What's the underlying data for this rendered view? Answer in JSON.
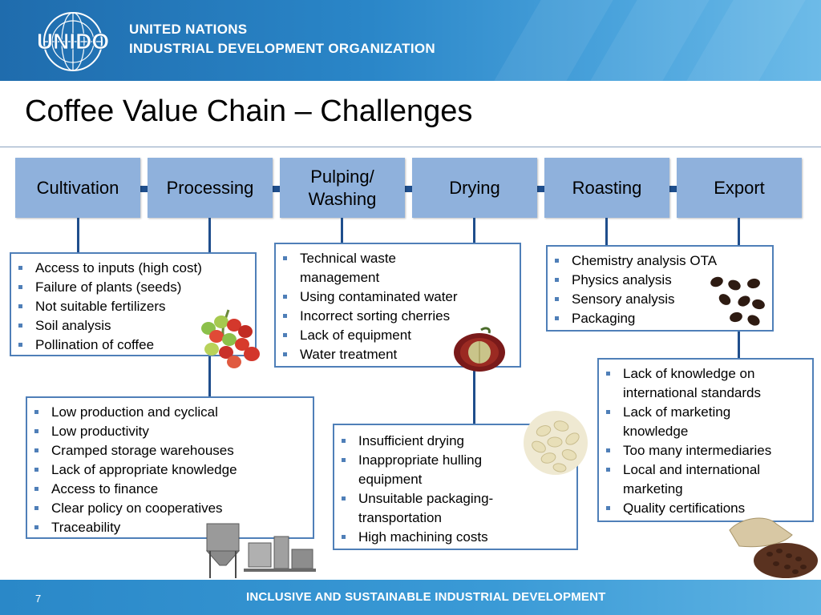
{
  "header": {
    "logo_text": "UNIDO",
    "org_line1": "UNITED NATIONS",
    "org_line2": "INDUSTRIAL DEVELOPMENT ORGANIZATION"
  },
  "title": "Coffee Value Chain – Challenges",
  "stages": [
    {
      "label": "Cultivation"
    },
    {
      "label": "Processing"
    },
    {
      "label": "Pulping/ Washing"
    },
    {
      "label": "Drying"
    },
    {
      "label": "Roasting"
    },
    {
      "label": "Export"
    }
  ],
  "boxes": {
    "cultivation": [
      "Access to inputs (high cost)",
      "Failure of plants (seeds)",
      "Not suitable fertilizers",
      "Soil analysis",
      "Pollination of coffee"
    ],
    "processing": [
      "Low production and cyclical",
      "Low productivity",
      "Cramped storage warehouses",
      "Lack of appropriate knowledge",
      "Access to finance",
      "Clear policy on cooperatives",
      "Traceability"
    ],
    "pulping": [
      "Technical waste management",
      "Using contaminated water",
      "Incorrect sorting cherries",
      "Lack of equipment",
      "Water treatment"
    ],
    "drying": [
      "Insufficient drying",
      "Inappropriate hulling equipment",
      "Unsuitable packaging-transportation",
      "High machining costs"
    ],
    "roasting": [
      "Chemistry analysis OTA",
      "Physics analysis",
      "Sensory analysis",
      "Packaging"
    ],
    "export": [
      "Lack of knowledge on international standards",
      "Lack of marketing knowledge",
      "Too many intermediaries",
      "Local and international marketing",
      "Quality certifications"
    ]
  },
  "images": {
    "cherries": "coffee-cherries-photo",
    "cherry_cut": "halved-coffee-cherry-photo",
    "green_beans": "green-coffee-beans-photo",
    "roasted_beans": "roasted-coffee-beans-photo",
    "machinery": "coffee-processing-machinery-photo",
    "sack": "coffee-sack-photo"
  },
  "footer": {
    "page_number": "7",
    "tagline": "INCLUSIVE AND SUSTAINABLE INDUSTRIAL DEVELOPMENT"
  },
  "colors": {
    "header_blue": "#2a86c8",
    "stage_fill": "#8fb1dc",
    "connector": "#1f4e8c",
    "box_border": "#4f7fb8"
  }
}
